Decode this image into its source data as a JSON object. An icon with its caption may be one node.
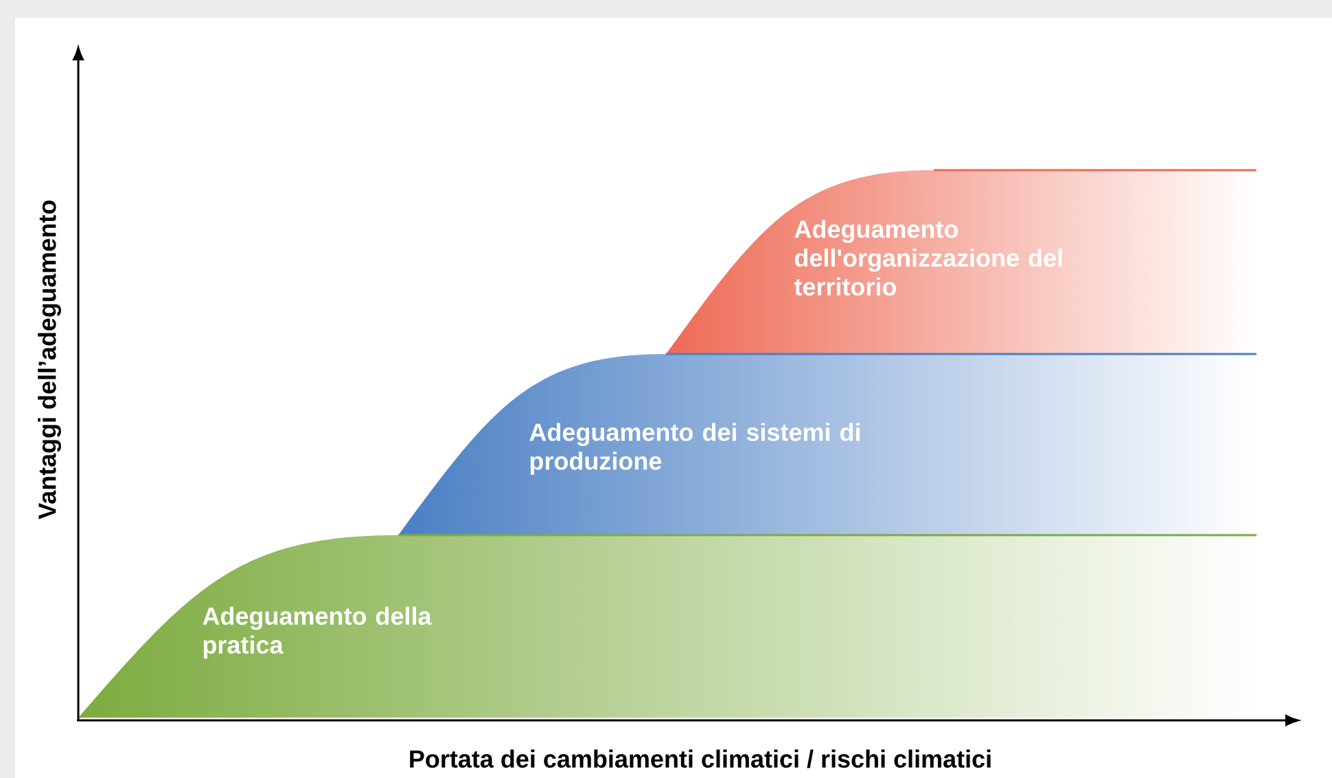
{
  "diagram": {
    "nodes": [
      {
        "text": [
          "Adeguamento dell'organizzazione del territorio"
        ]
      },
      {
        "text": [
          "Adeguamento dei sistemi di produzione"
        ]
      },
      {
        "text": [
          "Adeguamento della pratica"
        ]
      }
    ],
    "labels": [
      "Vantaggi dell’adeguamento",
      "Portata dei cambiamenti climatici / rischi climatici"
    ]
  }
}
